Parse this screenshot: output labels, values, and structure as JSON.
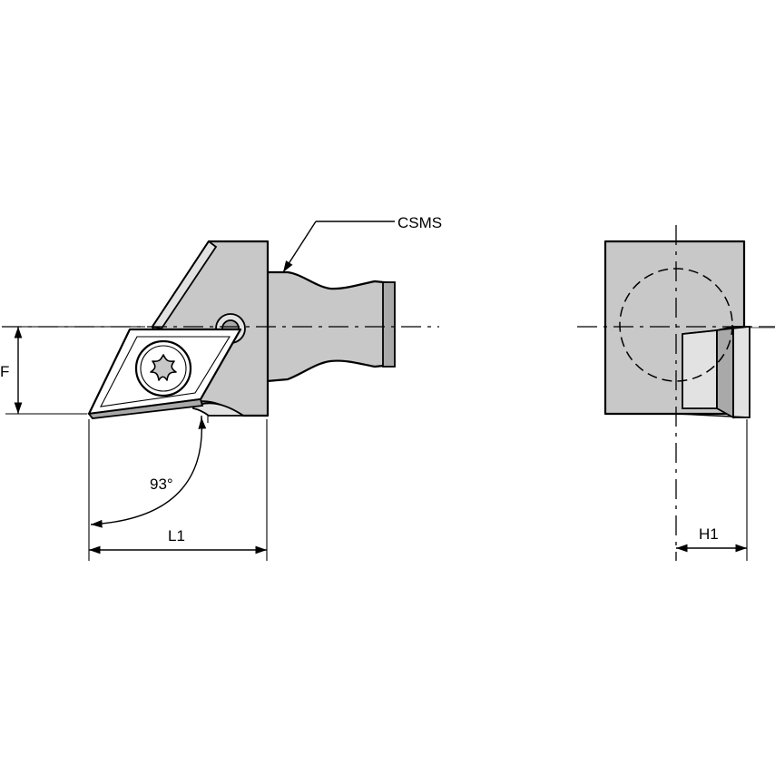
{
  "labels": {
    "part_code": "CSMS",
    "angle": "93°",
    "dim_l1": "L1",
    "dim_f": "F",
    "dim_h1": "H1"
  }
}
